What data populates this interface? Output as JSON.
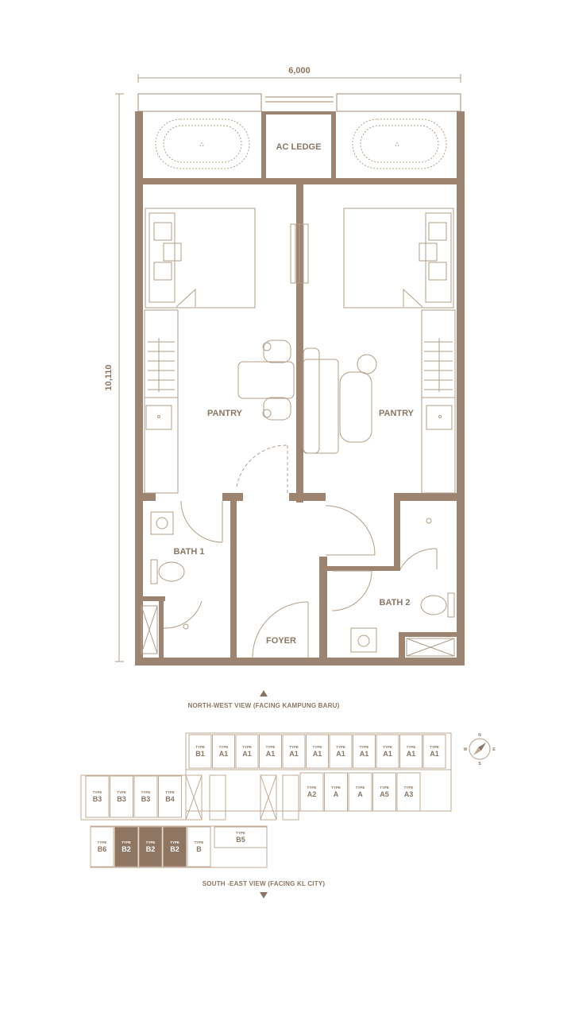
{
  "dimensions": {
    "width_label": "6,000",
    "height_label": "10,110"
  },
  "rooms": {
    "ac_ledge": "AC LEDGE",
    "pantry_left": "PANTRY",
    "pantry_right": "PANTRY",
    "bath_1": "BATH 1",
    "bath_2": "BATH 2",
    "foyer": "FOYER"
  },
  "key_plan": {
    "north_view": "NORTH-WEST VIEW (FACING KAMPUNG BARU)",
    "south_view": "SOUTH -EAST VIEW (FACING KL CITY)",
    "type_word": "TYPE",
    "top_row": [
      "B1",
      "A1",
      "A1",
      "A1",
      "A1",
      "A1",
      "A1",
      "A1",
      "A1",
      "A1",
      "A1"
    ],
    "middle_left": [
      "B3",
      "B3",
      "B3",
      "B4"
    ],
    "middle_right": [
      "A2",
      "A",
      "A",
      "A5",
      "A3"
    ],
    "bottom_left": [
      "B6",
      "B2",
      "B2",
      "B2",
      "B"
    ],
    "bottom_right": [
      "B5"
    ],
    "highlighted": [
      "B2"
    ],
    "compass": [
      "N",
      "E",
      "S",
      "W"
    ]
  },
  "colors": {
    "wall": "#9c8470",
    "line": "#b39d88",
    "text": "#8a7664",
    "highlight": "#8f7663"
  }
}
